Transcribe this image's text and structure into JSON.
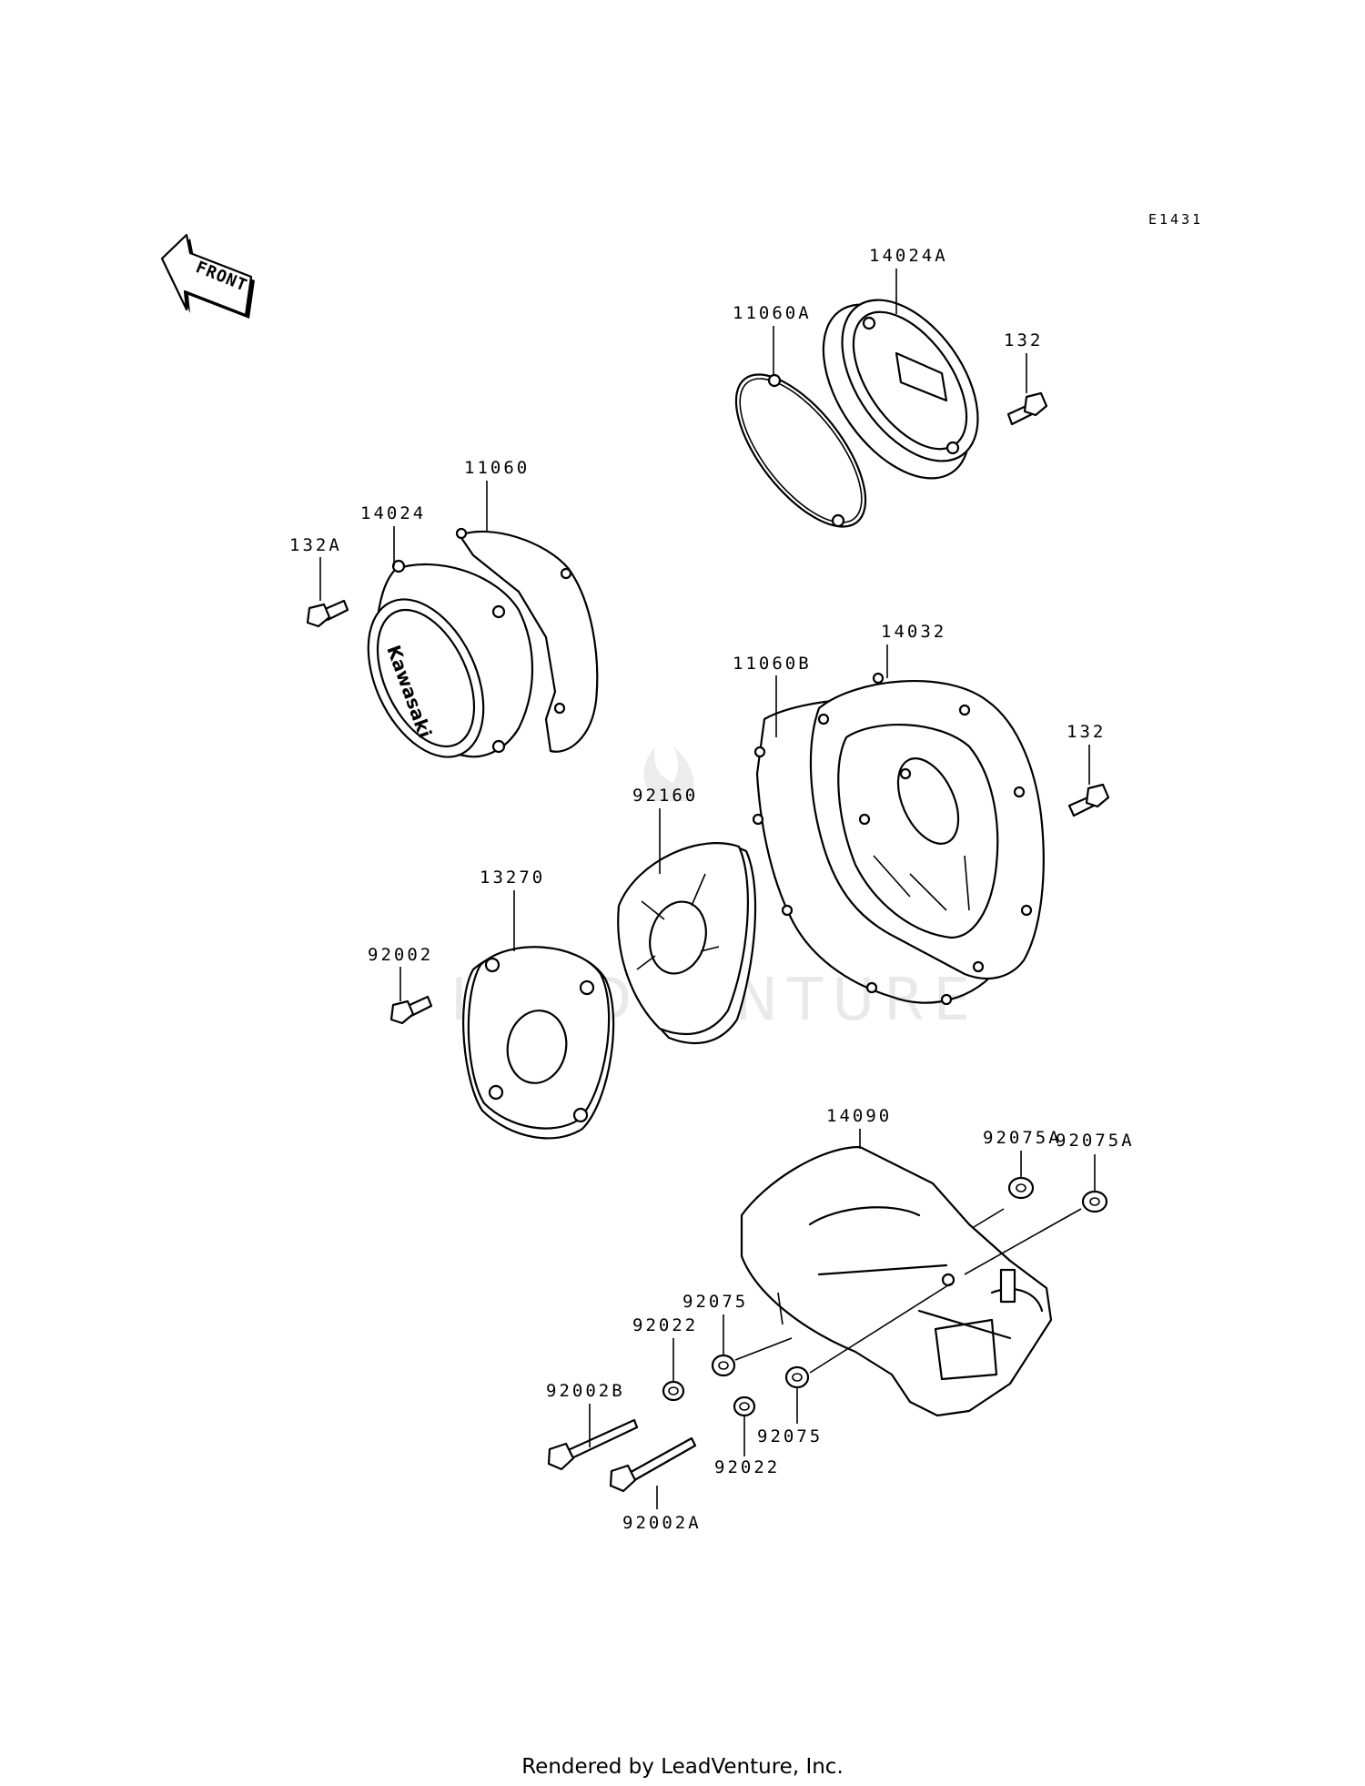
{
  "drawing_id": "E1431",
  "front_arrow_label": "FRONT",
  "logo_text": "Kawasaki",
  "watermark": "LEADVENTURE",
  "footer": "Rendered by LeadVenture, Inc.",
  "parts": {
    "p14024A": "14024A",
    "p11060A": "11060A",
    "p132_top": "132",
    "p11060": "11060",
    "p14024": "14024",
    "p132A": "132A",
    "p14032": "14032",
    "p11060B": "11060B",
    "p132_mid": "132",
    "p92160": "92160",
    "p13270": "13270",
    "p92002": "92002",
    "p14090": "14090",
    "p92075A_1": "92075A",
    "p92075A_2": "92075A",
    "p92075_1": "92075",
    "p92022_1": "92022",
    "p92002B": "92002B",
    "p92022_2": "92022",
    "p92075_2": "92075",
    "p92002A": "92002A"
  }
}
